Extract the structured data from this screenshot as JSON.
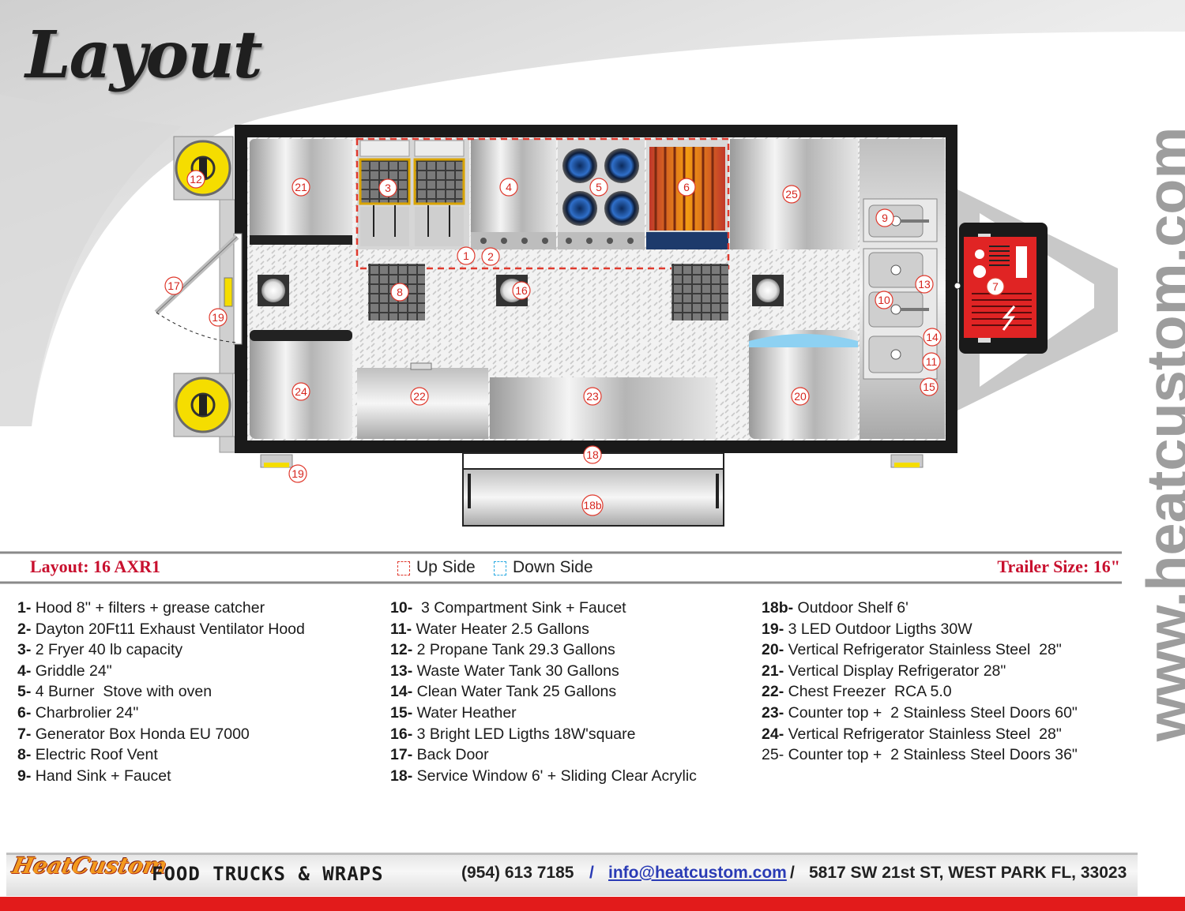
{
  "header": {
    "title": "Layout",
    "side_url": "www.heatcustom.com"
  },
  "diagram": {
    "labels": [
      {
        "id": "1",
        "text": "1"
      },
      {
        "id": "2",
        "text": "2"
      },
      {
        "id": "3",
        "text": "3"
      },
      {
        "id": "4",
        "text": "4"
      },
      {
        "id": "5",
        "text": "5"
      },
      {
        "id": "6",
        "text": "6"
      },
      {
        "id": "7",
        "text": "7"
      },
      {
        "id": "8",
        "text": "8"
      },
      {
        "id": "9",
        "text": "9"
      },
      {
        "id": "10",
        "text": "10"
      },
      {
        "id": "11",
        "text": "11"
      },
      {
        "id": "12",
        "text": "12"
      },
      {
        "id": "13",
        "text": "13"
      },
      {
        "id": "14",
        "text": "14"
      },
      {
        "id": "15",
        "text": "15"
      },
      {
        "id": "16",
        "text": "16"
      },
      {
        "id": "17",
        "text": "17"
      },
      {
        "id": "18",
        "text": "18"
      },
      {
        "id": "18b",
        "text": "18b"
      },
      {
        "id": "19a",
        "text": "19"
      },
      {
        "id": "19b",
        "text": "19"
      },
      {
        "id": "20",
        "text": "20"
      },
      {
        "id": "21",
        "text": "21"
      },
      {
        "id": "22",
        "text": "22"
      },
      {
        "id": "23",
        "text": "23"
      },
      {
        "id": "24",
        "text": "24"
      },
      {
        "id": "25",
        "text": "25"
      }
    ]
  },
  "info_bar": {
    "layout_name": "Layout: 16 AXR1",
    "legend_up": "Up Side",
    "legend_down": "Down Side",
    "trailer_size": "Trailer Size: 16\"",
    "up_color": "#e03a2e",
    "down_color": "#27a9e1"
  },
  "items": {
    "col1": [
      {
        "num": "1-",
        "text": " Hood 8'' + filters + grease catcher"
      },
      {
        "num": "2-",
        "text": " Dayton 20Ft11 Exhaust Ventilator Hood"
      },
      {
        "num": "3-",
        "text": " 2 Fryer 40 lb capacity"
      },
      {
        "num": "4-",
        "text": " Griddle 24\""
      },
      {
        "num": "5-",
        "text": " 4 Burner  Stove with oven"
      },
      {
        "num": "6-",
        "text": " Charbrolier 24\""
      },
      {
        "num": "7-",
        "text": " Generator Box Honda EU 7000"
      },
      {
        "num": "8-",
        "text": " Electric Roof Vent"
      },
      {
        "num": "9-",
        "text": " Hand Sink + Faucet"
      }
    ],
    "col2": [
      {
        "num": "10-",
        "text": "  3 Compartment Sink + Faucet"
      },
      {
        "num": "11-",
        "text": " Water Heater 2.5 Gallons"
      },
      {
        "num": "12-",
        "text": " 2 Propane Tank 29.3 Gallons"
      },
      {
        "num": "13-",
        "text": " Waste Water Tank 30 Gallons"
      },
      {
        "num": "14-",
        "text": " Clean Water Tank 25 Gallons"
      },
      {
        "num": "15-",
        "text": " Water Heather"
      },
      {
        "num": "16-",
        "text": " 3 Bright LED Ligths 18W'square"
      },
      {
        "num": "17-",
        "text": " Back Door"
      },
      {
        "num": "18-",
        "text": " Service Window 6' + Sliding Clear Acrylic"
      }
    ],
    "col3": [
      {
        "num": "18b-",
        "text": " Outdoor Shelf 6'"
      },
      {
        "num": "19-",
        "text": " 3 LED Outdoor Ligths 30W"
      },
      {
        "num": "20-",
        "text": " Vertical Refrigerator Stainless Steel  28\""
      },
      {
        "num": "21-",
        "text": " Vertical Display Refrigerator 28\""
      },
      {
        "num": "22-",
        "text": " Chest Freezer  RCA 5.0"
      },
      {
        "num": "23-",
        "text": " Counter top +  2 Stainless Steel Doors 60\""
      },
      {
        "num": "24-",
        "text": " Vertical Refrigerator Stainless Steel  28\""
      },
      {
        "num": "",
        "text": "25- Counter top +  2 Stainless Steel Doors 36\""
      }
    ]
  },
  "footer": {
    "logo": "HeatCustom",
    "brand": "FOOD TRUCKS & WRAPS",
    "phone": "(954) 613 7185",
    "sep1": "/",
    "email": "info@heatcustom.com",
    "sep2": "/",
    "address": "5817 SW 21st ST, WEST PARK FL, 33023"
  }
}
